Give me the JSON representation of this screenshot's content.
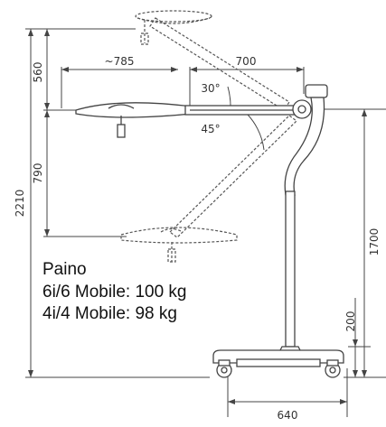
{
  "dimensions": {
    "total_height": "2210",
    "upper_travel": "560",
    "lower_travel": "790",
    "reach": "~785",
    "arm_length": "700",
    "angle_up": "30°",
    "angle_down": "45°",
    "column_height": "1700",
    "base_height": "200",
    "base_width": "640"
  },
  "weights": {
    "title": "Paino",
    "line1": "6i/6 Mobile: 100 kg",
    "line2": "4i/4 Mobile: 98 kg"
  },
  "colors": {
    "line": "#444444",
    "dash": "#666666"
  }
}
